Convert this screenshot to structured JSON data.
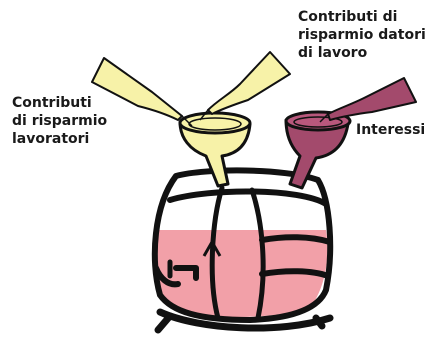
{
  "labels": {
    "lavoratori": [
      "Contributi",
      "di risparmio",
      "lavoratori"
    ],
    "datori": [
      "Contributi di",
      "risparmio datori",
      "di lavoro"
    ],
    "interessi": [
      "Interessi"
    ]
  },
  "colors": {
    "yellow_fill": "#f7f2a8",
    "purple_fill": "#a34a6c",
    "barrel_liquid": "#f2a0a8",
    "outline": "#111111"
  },
  "icons": {
    "level": "up-arrow-icon",
    "tap": "barrel-tap-icon"
  }
}
